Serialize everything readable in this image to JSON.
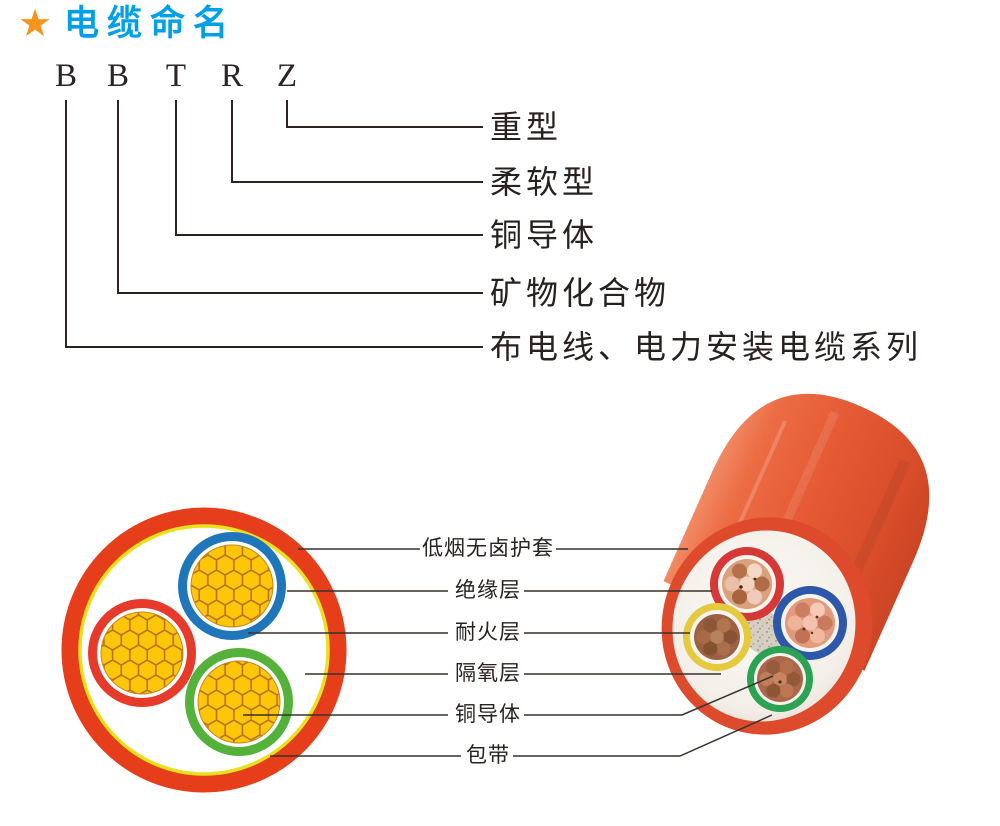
{
  "header": {
    "star_icon": "★",
    "title": "电缆命名"
  },
  "naming_diagram": {
    "code_letters": [
      "B",
      "B",
      "T",
      "R",
      "Z"
    ],
    "meanings": [
      "重型",
      "柔软型",
      "铜导体",
      "矿物化合物",
      "布电线、电力安装电缆系列"
    ]
  },
  "structure_diagram": {
    "layer_labels": [
      "低烟无卤护套",
      "绝缘层",
      "耐火层",
      "隔氧层",
      "铜导体",
      "包带"
    ]
  },
  "colors": {
    "title_blue": "#00a0e9",
    "star_orange": "#f7941d",
    "outer_sheath_red": "#e63d1a",
    "tape_yellow": "#e8e11c",
    "insulation_blue": "#1f76bb",
    "insulation_red": "#e63a2a",
    "insulation_green": "#54b13a",
    "conductor_core_yellow": "#fdc609",
    "copper_brown": "#c98a67",
    "line_black": "#2b2422"
  }
}
